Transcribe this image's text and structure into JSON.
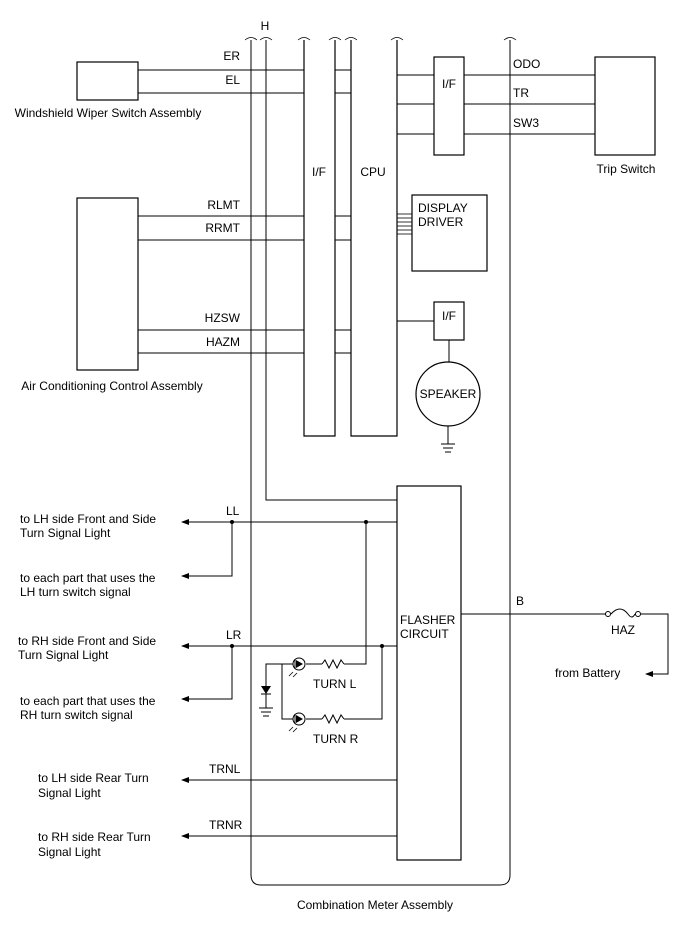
{
  "labels": {
    "h": "H",
    "er": "ER",
    "el": "EL",
    "odo": "ODO",
    "tr": "TR",
    "sw3": "SW3",
    "rlmt": "RLMT",
    "rrmt": "RRMT",
    "hzsw": "HZSW",
    "hazm": "HAZM",
    "ll": "LL",
    "lr": "LR",
    "b": "B",
    "trnl": "TRNL",
    "trnr": "TRNR"
  },
  "components": {
    "wiper": "Windshield Wiper Switch Assembly",
    "trip": "Trip Switch",
    "ac": "Air Conditioning Control Assembly",
    "meter": "Combination Meter Assembly",
    "if_main": "I/F",
    "cpu": "CPU",
    "if_odo": "I/F",
    "display_driver_1": "DISPLAY",
    "display_driver_2": "DRIVER",
    "if_speaker": "I/F",
    "speaker": "SPEAKER",
    "flasher_1": "FLASHER",
    "flasher_2": "CIRCUIT",
    "haz": "HAZ",
    "from_battery": "from Battery",
    "turn_l": "TURN L",
    "turn_r": "TURN R"
  },
  "outputs": {
    "lh_front_1": "to LH side Front and Side",
    "lh_front_2": "Turn Signal Light",
    "lh_each_1": "to each part that uses the",
    "lh_each_2": "LH turn switch signal",
    "rh_front_1": "to RH side Front and Side",
    "rh_front_2": "Turn Signal Light",
    "rh_each_1": "to each part that uses the",
    "rh_each_2": "RH turn switch signal",
    "lh_rear_1": "to LH side Rear Turn",
    "lh_rear_2": "Signal Light",
    "rh_rear_1": "to RH side Rear Turn",
    "rh_rear_2": "Signal Light"
  }
}
